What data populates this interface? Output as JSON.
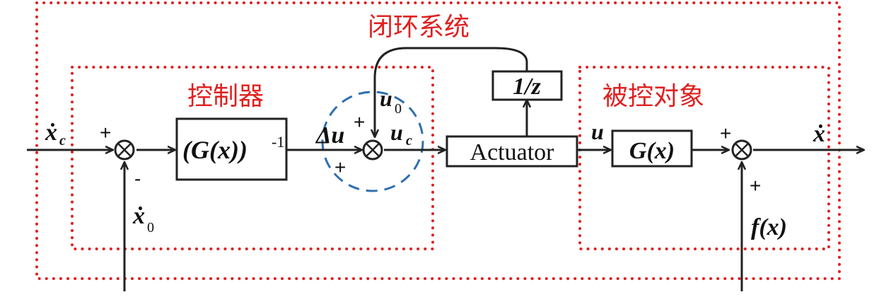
{
  "regions": {
    "closed_loop": "闭环系统",
    "controller": "控制器",
    "plant": "被控对象"
  },
  "blocks": {
    "inverse_g": "(G(x))",
    "inverse_g_exp": "-1",
    "actuator": "Actuator",
    "delay": "1/z",
    "g": "G(x)"
  },
  "signals": {
    "xc": "ẋ",
    "xc_sub": "c",
    "x0": "ẋ",
    "x0_sub": "0",
    "du": "Δu",
    "u0": "u",
    "u0_sub": "0",
    "uc": "u",
    "uc_sub": "c",
    "u": "u",
    "xdot": "ẋ",
    "fx": "f(x)"
  },
  "signs": {
    "sum1_top": "+",
    "sum1_bottom": "-",
    "sum2_left_top": "+",
    "sum2_bottom": "+",
    "sum3_top": "+",
    "sum3_bottom": "+"
  },
  "colors": {
    "region_border": "#e02020",
    "highlight_circle": "#2f6fb0",
    "line": "#222222"
  }
}
